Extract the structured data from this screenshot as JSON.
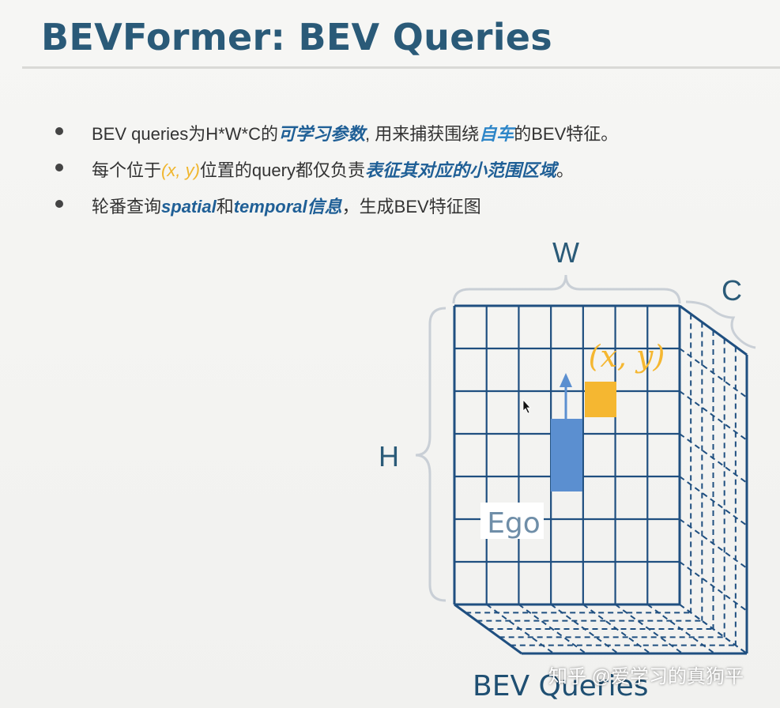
{
  "slide": {
    "title": "BEVFormer: BEV Queries"
  },
  "bullets": [
    {
      "p1": "BEV queries为H*W*C的",
      "e1": "可学习参数",
      "p2": ", 用来捕获围绕",
      "e2": "自车",
      "p3": "的BEV特征。"
    },
    {
      "p1": "每个位于",
      "e1": "(x, y)",
      "p2": "位置的query都仅负责",
      "e2": "表征其对应的小范围区域",
      "p3": "。"
    },
    {
      "p1": "轮番查询",
      "e1": "spatial",
      "p2": "和",
      "e2": "temporal",
      "e3": "信息",
      "p3": "，生成BEV特征图"
    }
  ],
  "diagram": {
    "label_w": "W",
    "label_h": "H",
    "label_c": "C",
    "label_xy": "(x, y)",
    "label_ego": "Ego",
    "caption": "BEV Queries",
    "colors": {
      "grid": "#1f4f80",
      "ego": "#5b8fd0",
      "query": "#f5b731",
      "brace": "#c9cfd6",
      "label": "#2a5a78"
    }
  },
  "watermark": "知乎 @爱学习的真狗平"
}
